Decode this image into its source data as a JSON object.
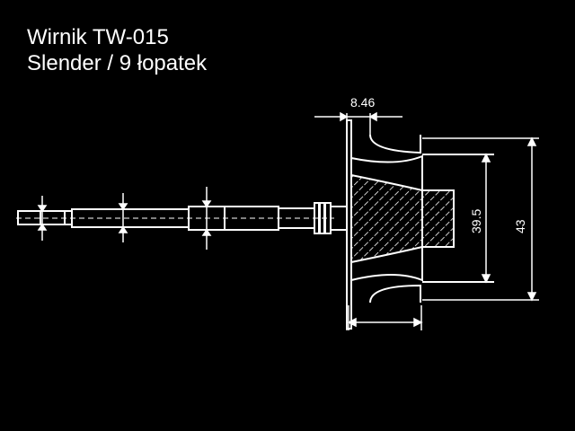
{
  "title": {
    "line1": "Wirnik TW-015",
    "line2": "Slender / 9 łopatek"
  },
  "dimensions": {
    "blade_width": "8.46",
    "inner_diameter": "39.5",
    "outer_diameter": "43"
  },
  "colors": {
    "background": "#000000",
    "line": "#ffffff"
  }
}
